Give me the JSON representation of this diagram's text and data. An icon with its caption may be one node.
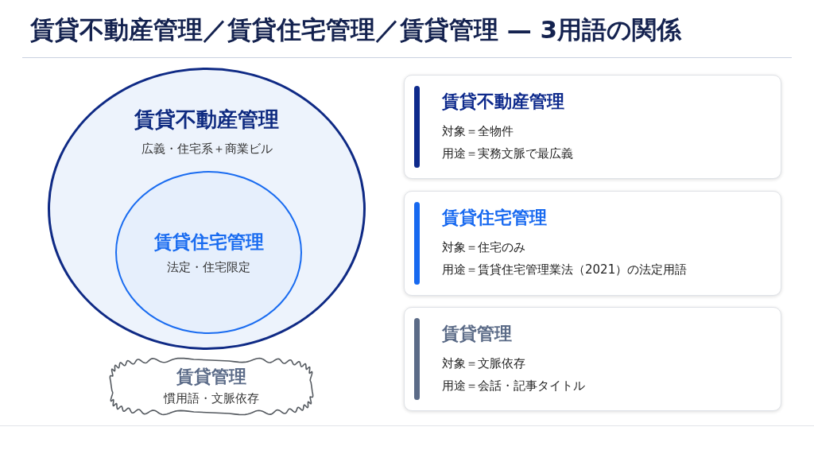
{
  "diagram": {
    "title": "賃貸不動産管理／賃貸住宅管理／賃貸管理 — 3用語の関係",
    "nodes": [
      {
        "text": [
          "賃貸不動産管理",
          "広義・住宅系＋商業ビル"
        ]
      },
      {
        "text": [
          "賃貸住宅管理",
          "法定・住宅限定"
        ],
        "in": 0
      },
      {
        "text": [
          "賃貸管理",
          "慣用語・文脈依存"
        ]
      },
      {
        "text": [
          "賃貸不動産管理",
          "対象＝全物件",
          "用途＝実務文脈で最広義"
        ]
      },
      {
        "text": [
          "賃貸住宅管理",
          "対象＝住宅のみ",
          "用途＝賃貸住宅管理業法（2021）の法定用語"
        ]
      },
      {
        "text": [
          "賃貸管理",
          "対象＝文脈依存",
          "用途＝会話・記事タイトル"
        ]
      }
    ]
  }
}
